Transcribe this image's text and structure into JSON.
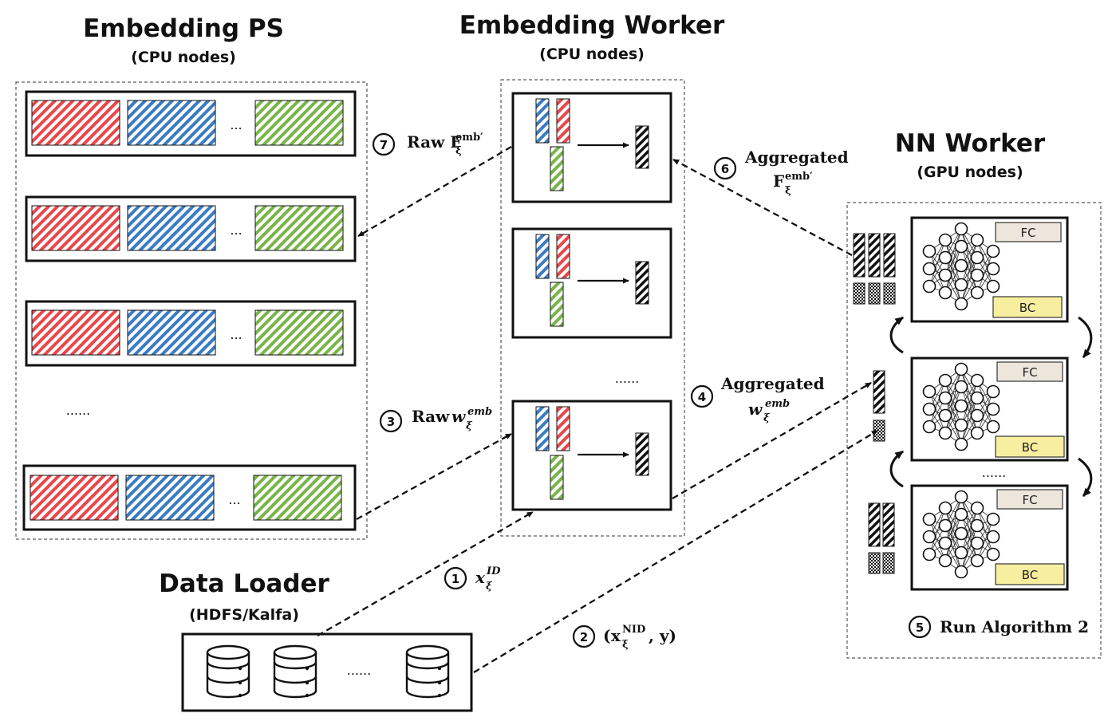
{
  "embedding_ps": {
    "title": "Embedding PS",
    "subtitle": "(CPU nodes)",
    "row_ellipsis": "...",
    "more_rows": "......"
  },
  "embedding_worker": {
    "title": "Embedding Worker",
    "subtitle": "(CPU nodes)",
    "more_workers": "......"
  },
  "nn_worker": {
    "title": "NN Worker",
    "subtitle": "(GPU nodes)",
    "fc_label": "FC",
    "bc_label": "BC",
    "more_workers": "......",
    "run_label": "Run Algorithm 2"
  },
  "data_loader": {
    "title": "Data Loader",
    "subtitle": "(HDFS/Kalfa)",
    "ellipsis": "......"
  },
  "steps": [
    {
      "num": "1",
      "symbol": "x",
      "sub": "ξ",
      "sup": "ID"
    },
    {
      "num": "2",
      "open": "(",
      "symbol": "x",
      "sub": "ξ",
      "sup": "NID",
      "rest": ", y)"
    },
    {
      "num": "3",
      "text": "Raw ",
      "symbol": "w",
      "sub": "ξ",
      "sup": "emb"
    },
    {
      "num": "4",
      "text": "Aggregated",
      "symbol": "w",
      "sub": "ξ",
      "sup": "emb"
    },
    {
      "num": "5",
      "text": "Run Algorithm 2"
    },
    {
      "num": "6",
      "text": "Aggregated",
      "symbol": "F",
      "sub": "ξ",
      "sup": "emb′"
    },
    {
      "num": "7",
      "text": "Raw ",
      "symbol": "F",
      "sub": "ξ",
      "sup": "emb′"
    }
  ],
  "colors": {
    "red": "#e8474b",
    "blue": "#3a7cc4",
    "green": "#79b448",
    "fc_fill": "#ede6dc",
    "bc_fill": "#f8eea0",
    "frame": "#111111"
  },
  "icons": [
    "database-icon",
    "neural-network-icon",
    "circle-number-badge",
    "arrow-icon"
  ]
}
